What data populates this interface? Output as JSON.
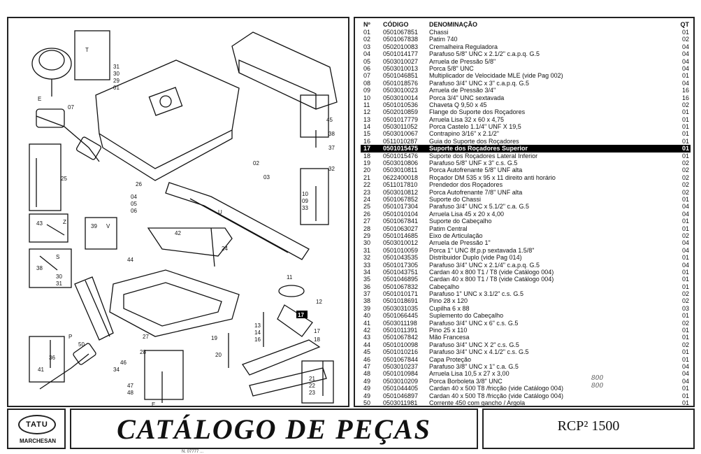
{
  "table": {
    "headers": {
      "no": "Nº",
      "code": "CÓDIGO",
      "denomination": "DENOMINAÇÃO",
      "qt": "QT"
    },
    "rows": [
      {
        "no": "01",
        "code": "0501067851",
        "den": "Chassi",
        "qt": "01"
      },
      {
        "no": "02",
        "code": "0501067838",
        "den": "Patim 740",
        "qt": "02"
      },
      {
        "no": "03",
        "code": "0502010083",
        "den": "Cremalheira Reguladora",
        "qt": "04"
      },
      {
        "no": "04",
        "code": "0501014177",
        "den": "Parafuso 5/8\" UNC x 2.1/2\" c.a.p.q. G.5",
        "qt": "04"
      },
      {
        "no": "05",
        "code": "0503010027",
        "den": "Arruela de Pressão 5/8\"",
        "qt": "04"
      },
      {
        "no": "06",
        "code": "0503010013",
        "den": "Porca 5/8\" UNC",
        "qt": "04"
      },
      {
        "no": "07",
        "code": "0501046851",
        "den": "Multiplicador de Velocidade MLE (vide Pag 002)",
        "qt": "01"
      },
      {
        "no": "08",
        "code": "0501018576",
        "den": "Parafuso 3/4\" UNC x 3\" c.a.p.q. G.5",
        "qt": "04"
      },
      {
        "no": "09",
        "code": "0503010023",
        "den": "Arruela de Pressão 3/4\"",
        "qt": "16"
      },
      {
        "no": "10",
        "code": "0503010014",
        "den": "Porca 3/4\" UNC sextavada",
        "qt": "16"
      },
      {
        "no": "11",
        "code": "0501010536",
        "den": "Chaveta Q 9,50 x 45",
        "qt": "02"
      },
      {
        "no": "12",
        "code": "0502010859",
        "den": "Flange do Suporte dos Roçadores",
        "qt": "01"
      },
      {
        "no": "13",
        "code": "0501017779",
        "den": "Arruela Lisa 32 x 60 x 4,75",
        "qt": "01"
      },
      {
        "no": "14",
        "code": "0503011052",
        "den": "Porca Castelo 1.1/4\" UNF  X 19,5",
        "qt": "01"
      },
      {
        "no": "15",
        "code": "0503010067",
        "den": "Contrapino 3/16\" x 2.1/2\"",
        "qt": "01"
      },
      {
        "no": "16",
        "code": "0511010287",
        "den": "Guia do Suporte dos Roçadores",
        "qt": "01"
      },
      {
        "no": "17",
        "code": "0501015475",
        "den": "Suporte dos Roçadores Superior",
        "qt": "01",
        "highlight": true
      },
      {
        "no": "18",
        "code": "0501015476",
        "den": "Suporte dos Roçadores Lateral  Inferior",
        "qt": "01"
      },
      {
        "no": "19",
        "code": "0503010806",
        "den": "Parafuso 5/8\" UNF x 3\" c.s. G.5",
        "qt": "02"
      },
      {
        "no": "20",
        "code": "0503010811",
        "den": "Porca Autofrenante 5/8\" UNF alta",
        "qt": "02"
      },
      {
        "no": "21",
        "code": "0622400018",
        "den": "Roçador DM 535 x 95 x 11 direito anti horário",
        "qt": "02"
      },
      {
        "no": "22",
        "code": "0511017810",
        "den": "Prendedor dos Roçadores",
        "qt": "02"
      },
      {
        "no": "23",
        "code": "0503010812",
        "den": "Porca Autofrenante 7/8\" UNF alta",
        "qt": "02"
      },
      {
        "no": "24",
        "code": "0501067852",
        "den": "Suporte do Chassi",
        "qt": "01"
      },
      {
        "no": "25",
        "code": "0501017304",
        "den": "Parafuso 3/4\" UNC x 5.1/2\" c.a.  G.5",
        "qt": "04"
      },
      {
        "no": "26",
        "code": "0501010104",
        "den": "Arruela Lisa 45 x 20 x 4,00",
        "qt": "04"
      },
      {
        "no": "27",
        "code": "0501067841",
        "den": "Suporte do Cabeçalho",
        "qt": "01"
      },
      {
        "no": "28",
        "code": "0501063027",
        "den": "Patim Central",
        "qt": "01"
      },
      {
        "no": "29",
        "code": "0501014685",
        "den": "Eixo de Articulação",
        "qt": "02"
      },
      {
        "no": "30",
        "code": "0503010012",
        "den": "Arruela de Pressão 1\"",
        "qt": "04"
      },
      {
        "no": "31",
        "code": "0501010059",
        "den": "Porca 1\" UNC 8f.p.p sextavada 1.5/8\"",
        "qt": "04"
      },
      {
        "no": "32",
        "code": "0501043535",
        "den": "Distribuidor Duplo         (vide Pag 014)",
        "qt": "01"
      },
      {
        "no": "33",
        "code": "0501017305",
        "den": "Parafuso 3/4\" UNC x 2.1/4\" c.a.p.q. G.5",
        "qt": "04"
      },
      {
        "no": "34",
        "code": "0501043751",
        "den": "Cardan 40 x 800 T1 / T8 (vide Catálogo 004)",
        "qt": "01"
      },
      {
        "no": "35",
        "code": "0501046895",
        "den": "Cardan 40 x 800 T1 / T8 (vide Catálogo 004)",
        "qt": "01"
      },
      {
        "no": "36",
        "code": "0501067832",
        "den": "Cabeçalho",
        "qt": "01"
      },
      {
        "no": "37",
        "code": "0501010171",
        "den": "Parafuso 1\" UNC x 3.1/2\" c.s. G.5",
        "qt": "02"
      },
      {
        "no": "38",
        "code": "0501018691",
        "den": "Pino 28 x 120",
        "qt": "02"
      },
      {
        "no": "39",
        "code": "0503031035",
        "den": "Cupilha 6 x 88",
        "qt": "03"
      },
      {
        "no": "40",
        "code": "0501066445",
        "den": "Suplemento do Cabeçalho",
        "qt": "01"
      },
      {
        "no": "41",
        "code": "0503011198",
        "den": "Parafuso 3/4\" UNC x 6\" c.s. G.5",
        "qt": "02"
      },
      {
        "no": "42",
        "code": "0501011391",
        "den": "Pino 25 x 110",
        "qt": "01"
      },
      {
        "no": "43",
        "code": "0501067842",
        "den": "Mão Francesa",
        "qt": "01"
      },
      {
        "no": "44",
        "code": "0501010098",
        "den": "Parafuso 3/4\" UNC X 2\" c.s. G.5",
        "qt": "02"
      },
      {
        "no": "45",
        "code": "0501010216",
        "den": "Parafuso 3/4\" UNC x 4.1/2\" c.s. G.5",
        "qt": "01"
      },
      {
        "no": "46",
        "code": "0501067844",
        "den": "Capa Proteção",
        "qt": "01"
      },
      {
        "no": "47",
        "code": "0503010237",
        "den": "Parafuso 3/8\" UNC x 1\" c.a. G.5",
        "qt": "04"
      },
      {
        "no": "48",
        "code": "0501010984",
        "den": "Arruela Lisa 10,5 x 27 x 3,00",
        "qt": "04"
      },
      {
        "no": "49",
        "code": "0503010209",
        "den": "Porca Borboleta 3/8\" UNC",
        "qt": "04"
      },
      {
        "no": "49",
        "code": "0501044405",
        "den": "Cardan 40 x 500 T8 /fricção (vide Catálogo 004)",
        "qt": "01"
      },
      {
        "no": "49",
        "code": "0501046897",
        "den": "Cardan 40 x 500 T8 /fricção (vide Catálogo 004)",
        "qt": "01"
      },
      {
        "no": "50",
        "code": "0503011981",
        "den": "Corrente 450 com gancho / Argola",
        "qt": "01"
      }
    ],
    "hand_notes": [
      "800",
      "800"
    ]
  },
  "diagram": {
    "callouts": [
      "07",
      "31",
      "30",
      "29",
      "01",
      "T",
      "E",
      "25",
      "U",
      "45",
      "38",
      "37",
      "32",
      "02",
      "03",
      "26",
      "04",
      "05",
      "06",
      "10",
      "09",
      "33",
      "43",
      "Z",
      "42",
      "24",
      "39",
      "V",
      "44",
      "11",
      "12",
      "38",
      "S",
      "30",
      "31",
      "19",
      "20",
      "13",
      "14",
      "16",
      "17",
      "18",
      "27",
      "28",
      "36",
      "50",
      "P",
      "41",
      "46",
      "34",
      "47",
      "48",
      "21",
      "22",
      "23",
      "E"
    ],
    "highlight_label": "17"
  },
  "footer": {
    "logo_name": "TATU",
    "logo_sub": "MARCHESAN",
    "title": "CATÁLOGO DE PEÇAS",
    "model": "RCP² 1500",
    "bottom_note": "N. 07777 ..."
  }
}
